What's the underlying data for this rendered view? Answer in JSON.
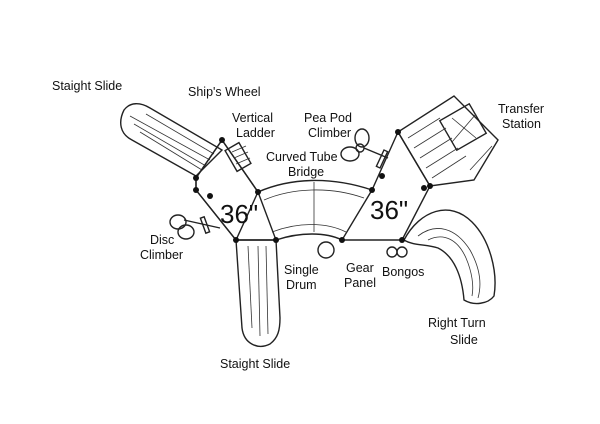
{
  "labels": {
    "staight_slide_top": "Staight Slide",
    "ships_wheel": "Ship's Wheel",
    "vertical_ladder_1": "Vertical",
    "vertical_ladder_2": "Ladder",
    "pea_pod_1": "Pea Pod",
    "pea_pod_2": "Climber",
    "transfer_1": "Transfer",
    "transfer_2": "Station",
    "curved_tube_1": "Curved Tube",
    "curved_tube_2": "Bridge",
    "deck_left_size": "36\"",
    "deck_right_size": "36\"",
    "disc_1": "Disc",
    "disc_2": "Climber",
    "single_drum_1": "Single",
    "single_drum_2": "Drum",
    "gear_1": "Gear",
    "gear_2": "Panel",
    "bongos": "Bongos",
    "right_turn_1": "Right Turn",
    "right_turn_2": "Slide",
    "staight_slide_bottom": "Staight Slide"
  }
}
